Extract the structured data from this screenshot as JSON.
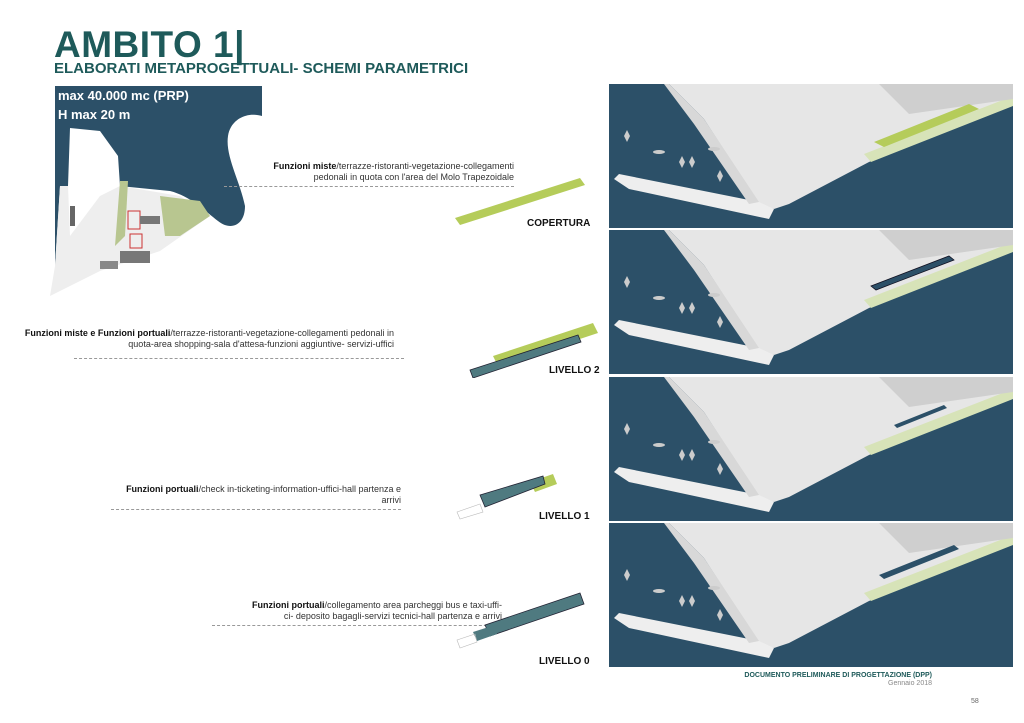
{
  "header": {
    "title": "AMBITO 1|",
    "subtitle": "ELABORATI METAPROGETTUALI- SCHEMI PARAMETRICI"
  },
  "map": {
    "volume": "max 40.000 mc (PRP)",
    "height": "H max 20 m"
  },
  "levels": [
    {
      "name": "COPERTURA",
      "bold": "Funzioni miste",
      "text1": "/terrazze-ristoranti-vegetazione-collegamenti",
      "text2": "pedonali in quota con l'area del Molo Trapezoidale"
    },
    {
      "name": "LIVELLO 2",
      "bold": "Funzioni miste e Funzioni portuali",
      "text1": "/terrazze-ristoranti-vegetazione-collegamenti pedonali in",
      "text2": "quota-area shopping-sala d'attesa-funzioni aggiuntive- servizi-uffici"
    },
    {
      "name": "LIVELLO 1",
      "bold": "Funzioni portuali",
      "text1": "/check in-ticketing-information-uffici-hall partenza e arrivi",
      "text2": ""
    },
    {
      "name": "LIVELLO 0",
      "bold": "Funzioni portuali",
      "text1": "/collegamento area parcheggi bus e taxi-uffi-",
      "text2": "ci- deposito bagagli-servizi tecnici-hall partenza e arrivi"
    }
  ],
  "footer": {
    "doc": "DOCUMENTO PRELIMINARE DI PROGETTAZIONE (DPP)",
    "date": "Gennaio 2018",
    "page": "58"
  },
  "colors": {
    "sea": "#2c5068",
    "accent": "#1e5a5a",
    "green": "#b5cc5a",
    "block": "#4f7a80"
  }
}
